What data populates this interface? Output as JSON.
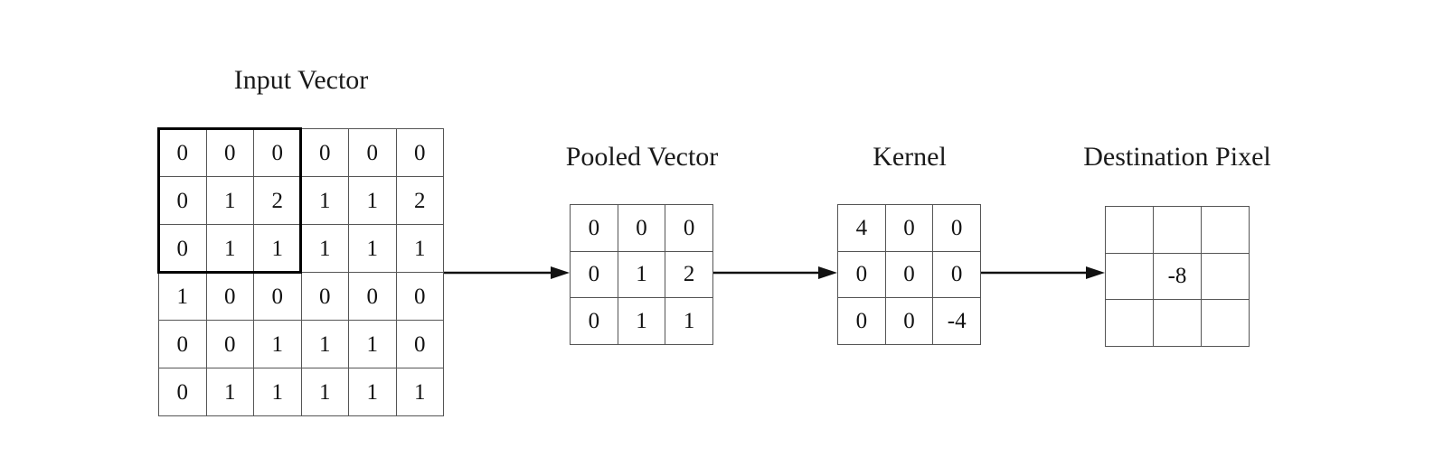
{
  "diagram": {
    "title_font_color": "#1a1a1a",
    "grid_line_color": "#555555",
    "highlight_color": "#000000",
    "background": "#ffffff"
  },
  "input_vector": {
    "label": "Input Vector",
    "rows": [
      [
        "0",
        "0",
        "0",
        "0",
        "0",
        "0"
      ],
      [
        "0",
        "1",
        "2",
        "1",
        "1",
        "2"
      ],
      [
        "0",
        "1",
        "1",
        "1",
        "1",
        "1"
      ],
      [
        "1",
        "0",
        "0",
        "0",
        "0",
        "0"
      ],
      [
        "0",
        "0",
        "1",
        "1",
        "1",
        "0"
      ],
      [
        "0",
        "1",
        "1",
        "1",
        "1",
        "1"
      ]
    ],
    "highlight_region": "top-left 3x3"
  },
  "pooled_vector": {
    "label": "Pooled Vector",
    "rows": [
      [
        "0",
        "0",
        "0"
      ],
      [
        "0",
        "1",
        "2"
      ],
      [
        "0",
        "1",
        "1"
      ]
    ]
  },
  "kernel": {
    "label": "Kernel",
    "rows": [
      [
        "4",
        "0",
        "0"
      ],
      [
        "0",
        "0",
        "0"
      ],
      [
        "0",
        "0",
        "-4"
      ]
    ]
  },
  "destination_pixel": {
    "label": "Destination Pixel",
    "rows": [
      [
        "",
        "",
        ""
      ],
      [
        "",
        "-8",
        ""
      ],
      [
        "",
        "",
        ""
      ]
    ]
  },
  "arrows": [
    {
      "name": "arrow-input-to-pooled"
    },
    {
      "name": "arrow-pooled-to-kernel"
    },
    {
      "name": "arrow-kernel-to-destination"
    }
  ]
}
